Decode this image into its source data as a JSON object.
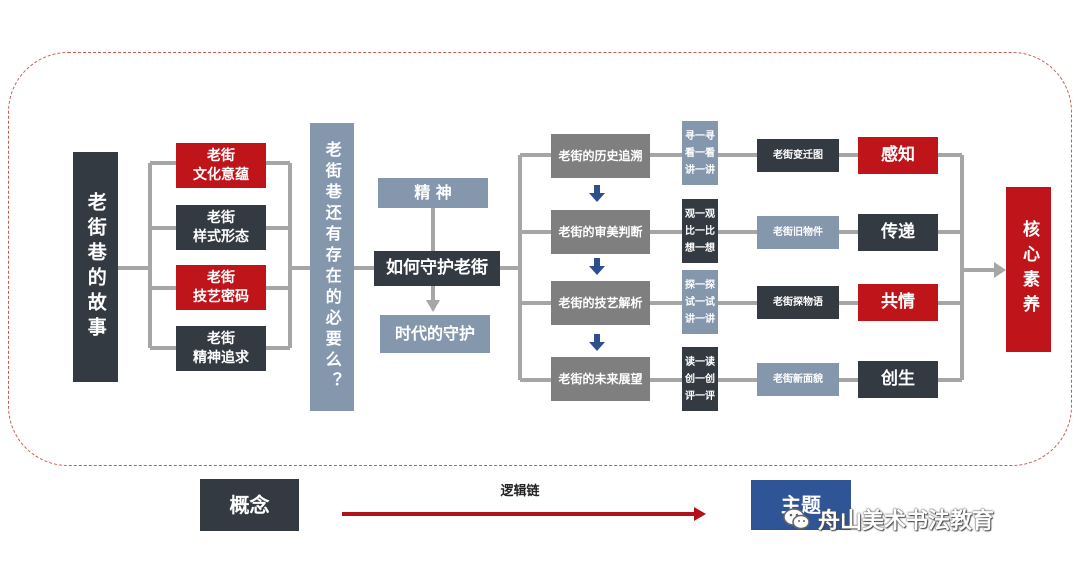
{
  "story": "老街巷的故事",
  "aspects": [
    "老街\n文化意蕴",
    "老街\n样式形态",
    "老街\n技艺密码",
    "老街\n精神追求"
  ],
  "question": "老街巷还有存在的必要么？",
  "spirit": "精 神",
  "protect": "如何守护老街",
  "era": "时代的守护",
  "stages": [
    "老街的历史追溯",
    "老街的审美判断",
    "老街的技艺解析",
    "老街的未来展望"
  ],
  "methods": [
    [
      "寻一寻",
      "看一看",
      "讲一讲"
    ],
    [
      "观一观",
      "比一比",
      "想一想"
    ],
    [
      "探一探",
      "试一试",
      "讲一讲"
    ],
    [
      "读一读",
      "创一创",
      "评一评"
    ]
  ],
  "activities": [
    "老街变迁图",
    "老街旧物件",
    "老街探物语",
    "老街新面貌"
  ],
  "literacy": [
    "感知",
    "传递",
    "共情",
    "创生"
  ],
  "core": "核心素养",
  "concept": "概念",
  "chain": "逻辑链",
  "theme": "主题",
  "watermark": "舟山美术书法教育",
  "colors": {
    "dark": "#333a42",
    "red": "#c0141b",
    "steel": "#8497ad",
    "gray": "#7f7f7f",
    "dash": "#c85a50",
    "arrow": "#b01218"
  }
}
